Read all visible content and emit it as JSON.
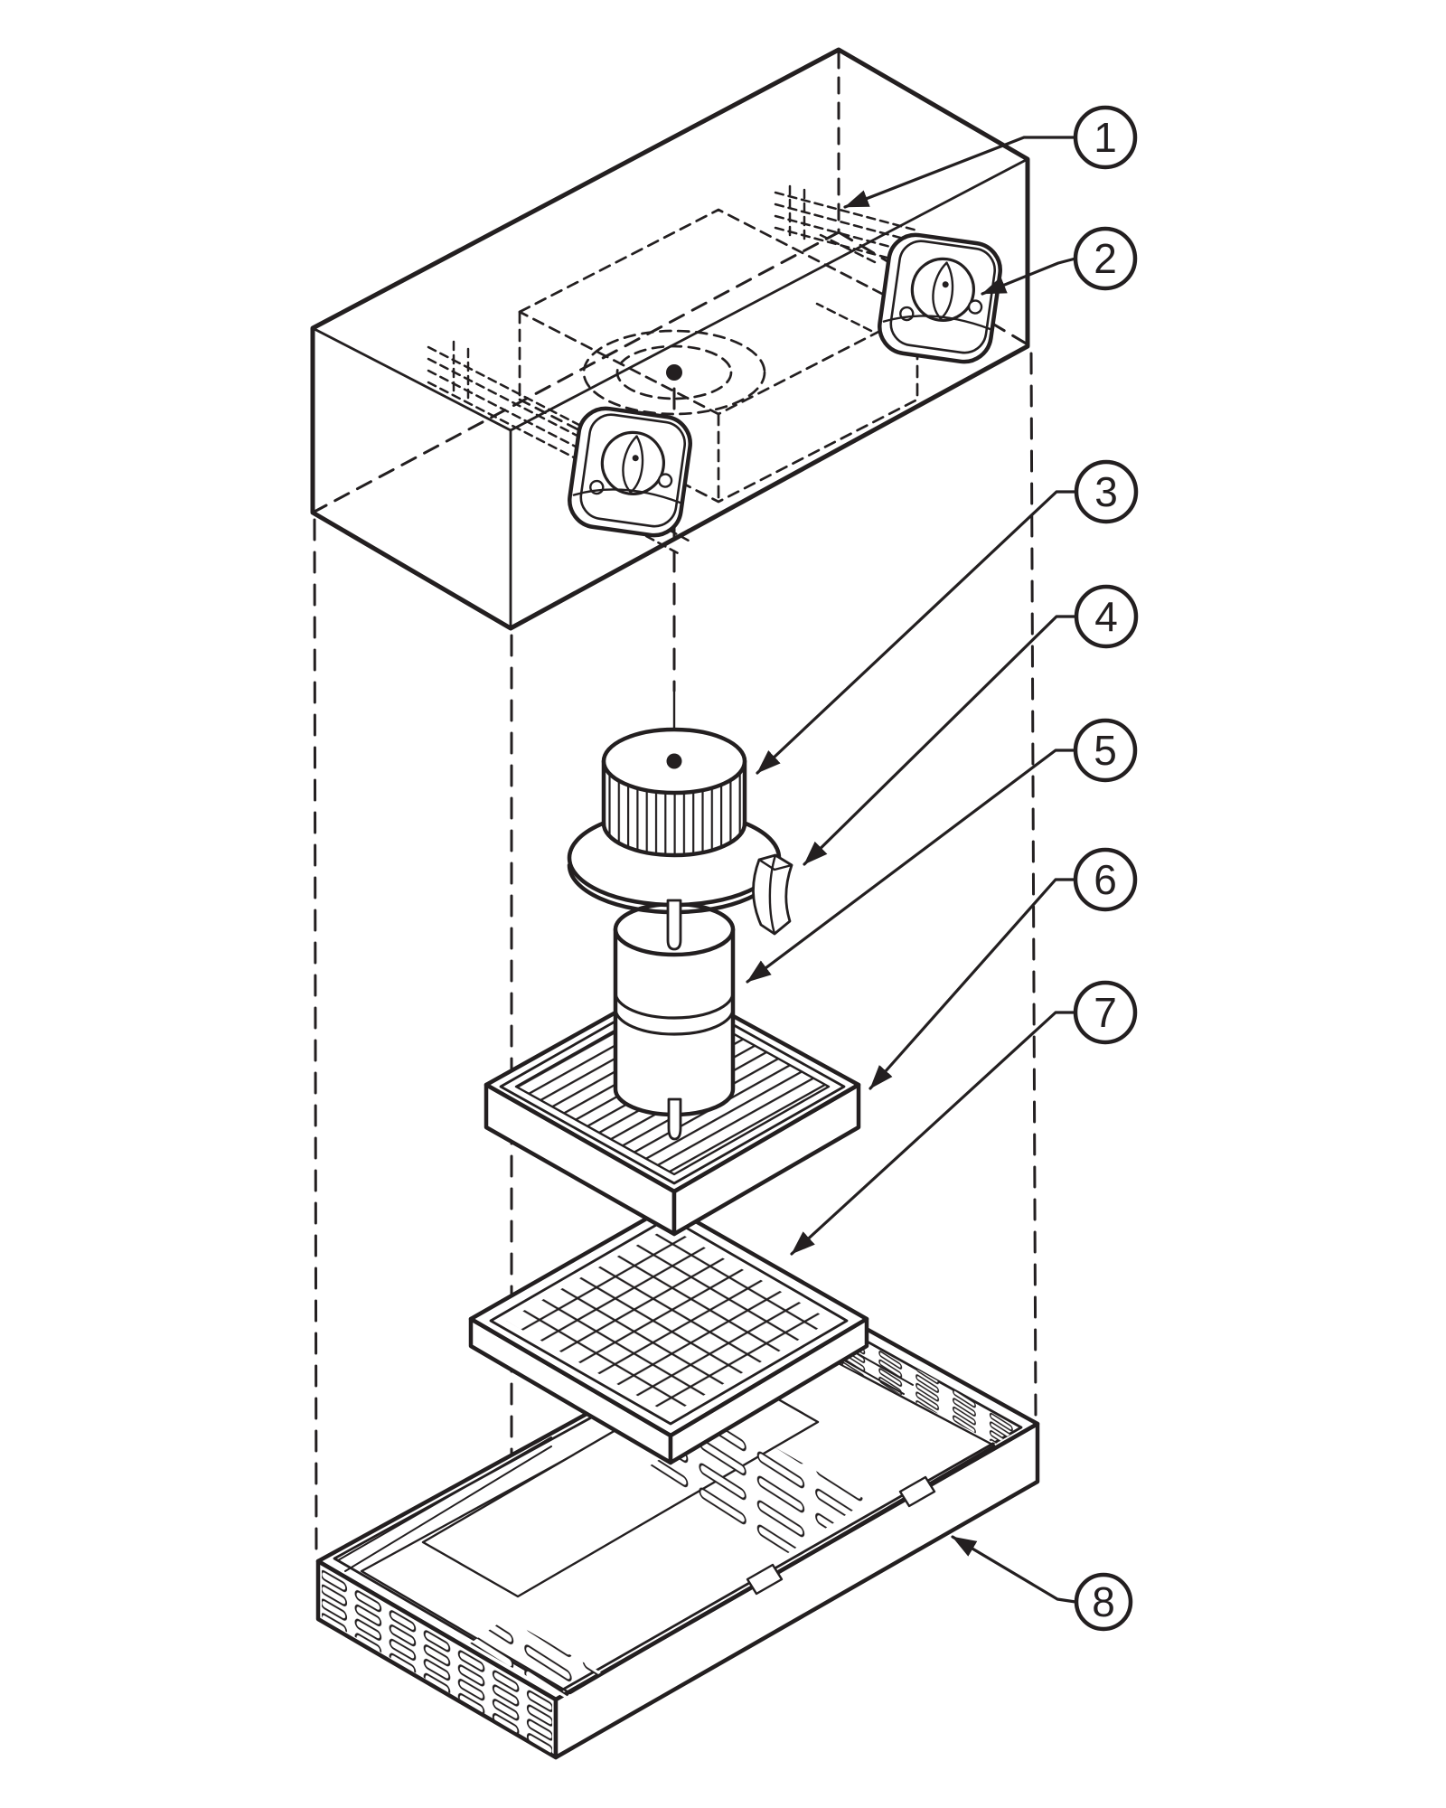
{
  "figure": {
    "kind": "exploded-view parts diagram",
    "background_color": "#ffffff",
    "line_color": "#231f20",
    "callout_count": 8
  },
  "callouts": [
    {
      "number": "1"
    },
    {
      "number": "2"
    },
    {
      "number": "3"
    },
    {
      "number": "4"
    },
    {
      "number": "5"
    },
    {
      "number": "6"
    },
    {
      "number": "7"
    },
    {
      "number": "8"
    }
  ]
}
